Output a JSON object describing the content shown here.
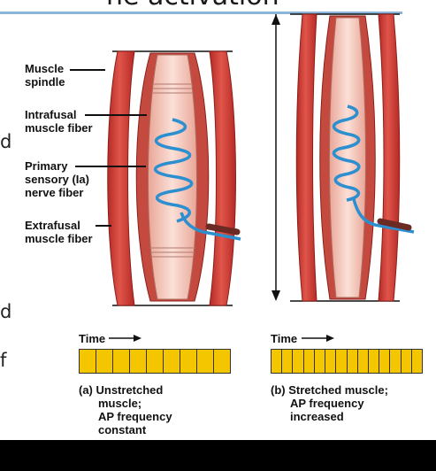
{
  "slide": {
    "title": "ne activation",
    "side_letters": [
      "d",
      "d",
      "f"
    ]
  },
  "labels": {
    "muscle_spindle": [
      "Muscle",
      "spindle"
    ],
    "intrafusal": [
      "Intrafusal",
      "muscle fiber"
    ],
    "primary": [
      "Primary",
      "sensory (Ia)",
      "nerve fiber"
    ],
    "extrafusal": [
      "Extrafusal",
      "muscle fiber"
    ]
  },
  "panels": [
    {
      "time_label": "Time",
      "ticks": 9,
      "caption": [
        "(a)  Unstretched",
        "muscle;",
        "AP frequency",
        "constant"
      ]
    },
    {
      "time_label": "Time",
      "ticks": 14,
      "caption": [
        "(b)  Stretched muscle;",
        "AP frequency",
        "increased"
      ]
    }
  ],
  "colors": {
    "muscle": "#d9463e",
    "spindle": "#f4c6bb",
    "nerve": "#2b8fd0",
    "strip": "#f4c600",
    "title_rule": "#8ab4d8"
  }
}
